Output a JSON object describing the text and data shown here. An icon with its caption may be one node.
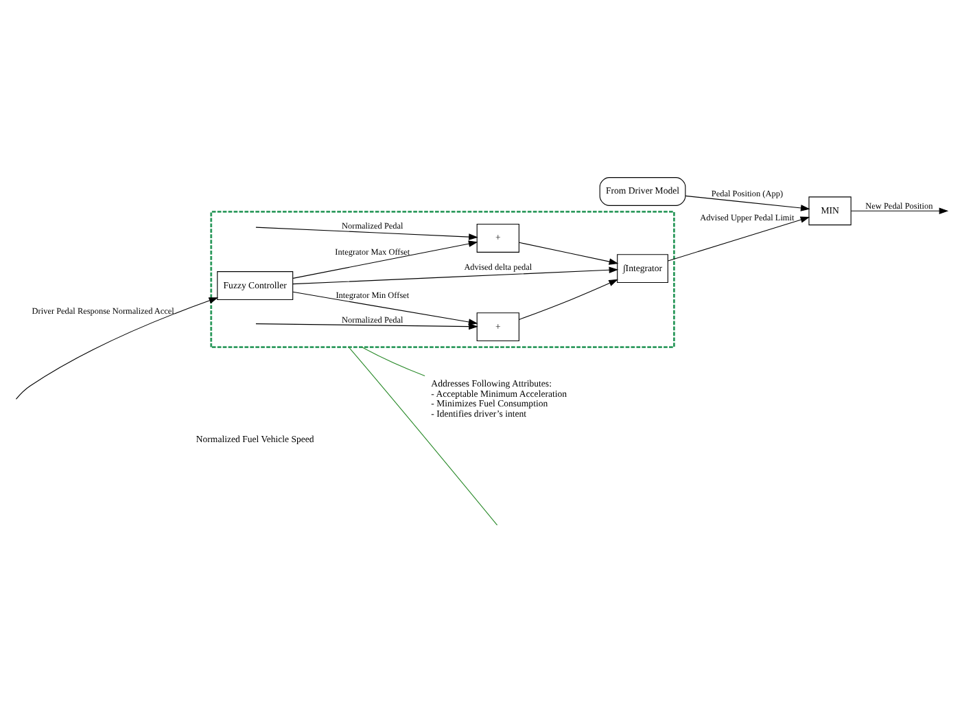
{
  "diagram": {
    "nodes": [
      {
        "text": [
          "From Driver Model"
        ]
      },
      {
        "text": [
          "MIN"
        ]
      },
      {
        "text": [],
        "shape": "box"
      },
      {
        "text": [
          "Fuzzy Controller"
        ],
        "in": 2
      },
      {
        "text": [
          "+"
        ],
        "in": 2
      },
      {
        "text": [
          "∫Integrator"
        ],
        "in": 2
      },
      {
        "text": [
          "+"
        ],
        "in": 2
      },
      {
        "text": [
          "Addresses Following Attributes:",
          "- Acceptable Minimum Acceleration",
          "- Minimizes Fuel Consumption",
          "- Identifies driver’s intent"
        ]
      }
    ],
    "edges": [
      {
        "from": 0,
        "to": 1,
        "arrow": "to",
        "label": "Pedal Position (App)"
      },
      {
        "from": 1,
        "to": null,
        "arrow": "to",
        "label": "New Pedal Position"
      },
      {
        "from": 5,
        "to": 1,
        "arrow": "to",
        "label": "Advised Upper Pedal Limit"
      },
      {
        "from": null,
        "to": 3,
        "arrow": "to",
        "label": "Driver Pedal Response Normalized Accel"
      },
      {
        "from": null,
        "to": 4,
        "arrow": "to",
        "label": "Normalized Pedal"
      },
      {
        "from": 3,
        "to": 4,
        "arrow": "to",
        "label": "Integrator Max Offset"
      },
      {
        "from": 3,
        "to": 5,
        "arrow": "to",
        "label": "Advised delta pedal"
      },
      {
        "from": 3,
        "to": 6,
        "arrow": "to",
        "label": "Integrator Min Offset"
      },
      {
        "from": null,
        "to": 6,
        "arrow": "to",
        "label": "Normalized Pedal"
      },
      {
        "from": 4,
        "to": 5,
        "arrow": "to"
      },
      {
        "from": 6,
        "to": 5,
        "arrow": "to"
      },
      {
        "from": 7,
        "to": 2,
        "arrow": "none",
        "color": "#2a8a2a"
      },
      {
        "from": 2,
        "to": null,
        "arrow": "none",
        "color": "#2a8a2a"
      }
    ],
    "labels": [
      "Normalized Fuel Vehicle Speed"
    ]
  }
}
